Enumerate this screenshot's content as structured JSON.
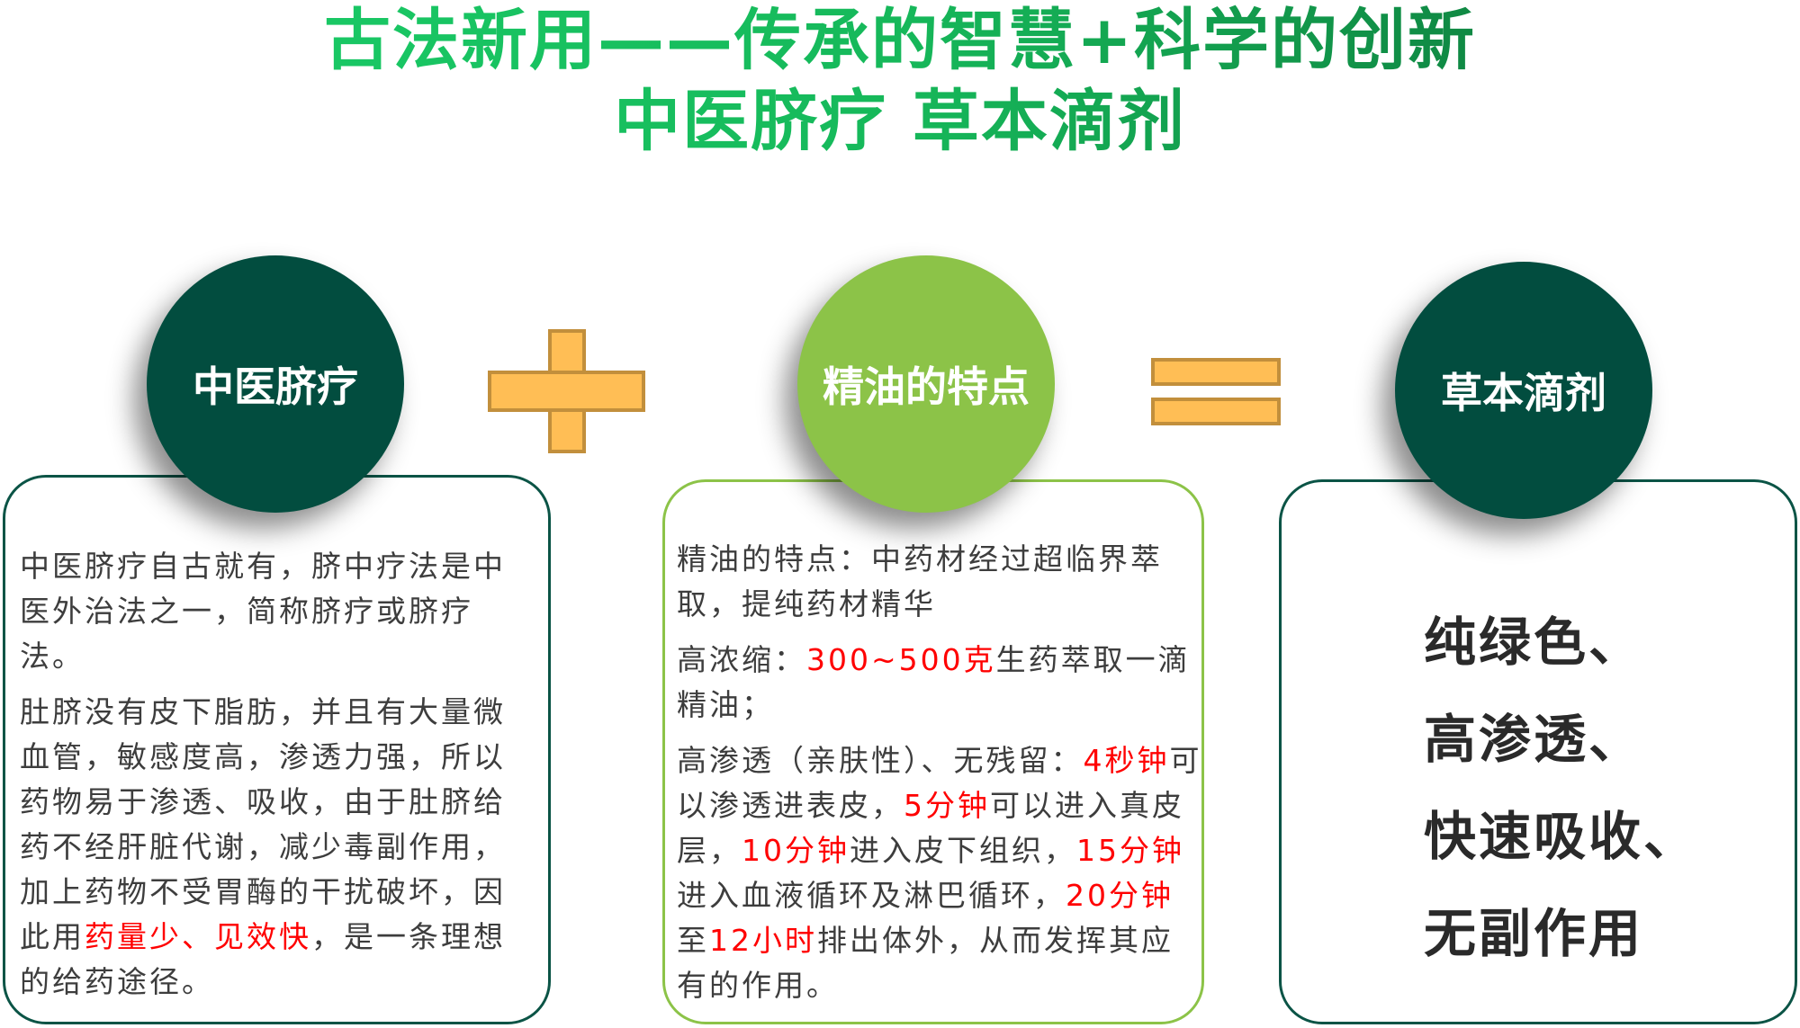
{
  "title": {
    "line1": "古法新用——传承的智慧+科学的创新",
    "line2": "中医脐疗 草本滴剂"
  },
  "operators": {
    "plus": "plus-icon",
    "equals": "equals-icon"
  },
  "columns": [
    {
      "circle_label": "中医脐疗",
      "paragraphs": [
        [
          {
            "text": "中医脐疗自古就有，脐中疗法是中医外治法之一，简称脐疗或脐疗法。",
            "highlight": false
          }
        ],
        [
          {
            "text": "肚脐没有皮下脂肪，并且有大量微血管，敏感度高，渗透力强，所以药物易于渗透、吸收，由于肚脐给药不经肝脏代谢，减少毒副作用，加上药物不受胃酶的干扰破坏，因此用",
            "highlight": false
          },
          {
            "text": "药量少、见效快",
            "highlight": true
          },
          {
            "text": "，是一条理想的给药途径。",
            "highlight": false
          }
        ]
      ]
    },
    {
      "circle_label": "精油的特点",
      "paragraphs": [
        [
          {
            "text": " 精油的特点：中药材经过超临界萃取，提纯药材精华",
            "highlight": false
          }
        ],
        [
          {
            "text": "高浓缩：",
            "highlight": false
          },
          {
            "text": "300~500克",
            "highlight": true
          },
          {
            "text": "生药萃取一滴精油；",
            "highlight": false
          }
        ],
        [
          {
            "text": "高渗透（亲肤性）、无残留：",
            "highlight": false
          },
          {
            "text": "4秒钟",
            "highlight": true
          },
          {
            "text": "可以渗透进表皮，",
            "highlight": false
          },
          {
            "text": "5分钟",
            "highlight": true
          },
          {
            "text": "可以进入真皮层，",
            "highlight": false
          },
          {
            "text": "10分钟",
            "highlight": true
          },
          {
            "text": "进入皮下组织，",
            "highlight": false
          },
          {
            "text": "15分钟",
            "highlight": true
          },
          {
            "text": "进入血液循环及淋巴循环，",
            "highlight": false
          },
          {
            "text": "20分钟",
            "highlight": true
          },
          {
            "text": "至",
            "highlight": false
          },
          {
            "text": "12小时",
            "highlight": true
          },
          {
            "text": "排出体外，从而发挥其应有的作用。",
            "highlight": false
          }
        ]
      ]
    },
    {
      "circle_label": "草本滴剂",
      "features": [
        "纯绿色、",
        "高渗透、",
        "快速吸收、",
        "无副作用"
      ]
    }
  ],
  "colors": {
    "dark_green": "#024d3f",
    "light_green": "#8cc348",
    "operator_fill": "#ffbe55",
    "operator_border": "#c28f3c",
    "highlight_red": "#ff0000",
    "title_gradient_start": "#1bd06a",
    "title_gradient_end": "#0c6e37"
  }
}
